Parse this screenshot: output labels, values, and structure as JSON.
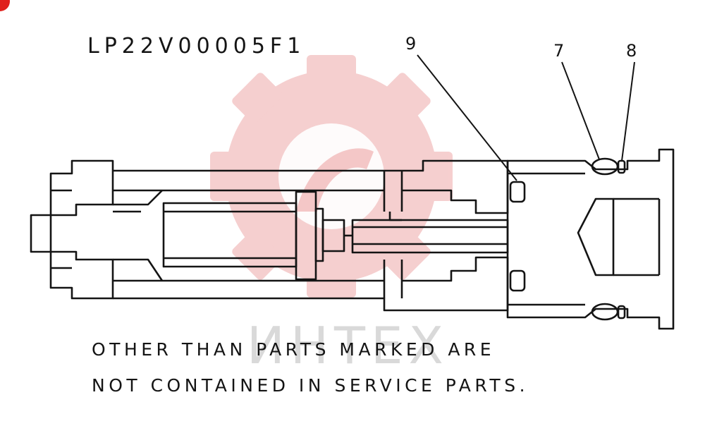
{
  "drawing": {
    "code": "LP22V00005F1",
    "callouts": {
      "nine": "9",
      "seven": "7",
      "eight": "8"
    },
    "note_line_1": "OTHER THAN PARTS MARKED ARE",
    "note_line_2": "NOT CONTAINED IN SERVICE PARTS."
  },
  "watermark": {
    "text": "ИНТЕХ",
    "gear_color": "#f4c7c7",
    "text_color": "#d9d9d9"
  },
  "colors": {
    "line": "#141414",
    "corner_badge": "#e0201c"
  }
}
